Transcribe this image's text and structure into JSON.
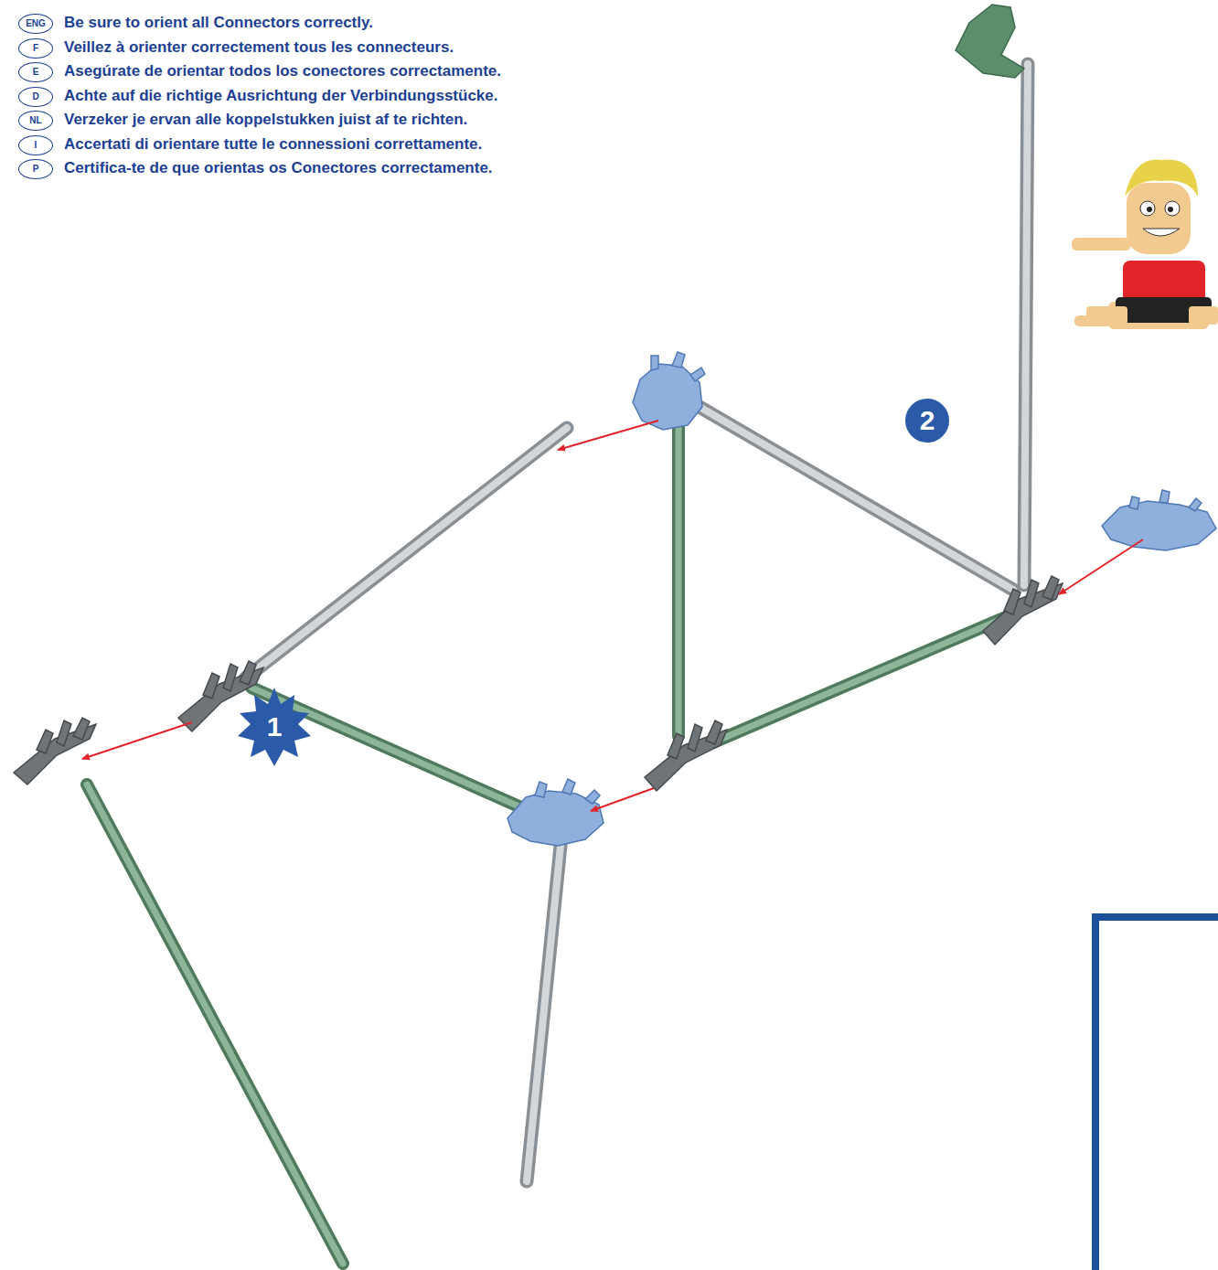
{
  "diagram": {
    "labels": [
      "ENG",
      "Be sure to orient all Connectors correctly.",
      "F",
      "Veillez à orienter correctement tous les connecteurs.",
      "E",
      "Asegúrate de orientar todos los conectores correctamente.",
      "D",
      "Achte auf die richtige Ausrichtung der Verbindungsstücke.",
      "NL",
      "Verzeker je ervan alle koppelstukken juist af te richten.",
      "I",
      "Accertati di orientare tutte le connessioni correttamente.",
      "P",
      "Certifica-te de que orientas os Conectores correctamente.",
      "1",
      "2"
    ]
  }
}
